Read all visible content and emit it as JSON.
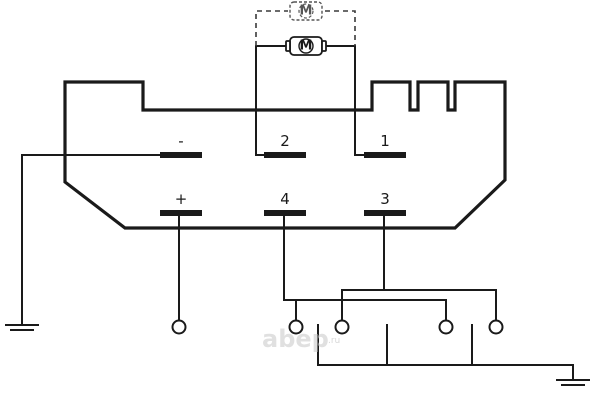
{
  "pins": {
    "minus": "-",
    "two": "2",
    "one": "1",
    "plus": "+",
    "four": "4",
    "three": "3"
  },
  "motor": {
    "symbol": "M",
    "alt_symbol": "M"
  },
  "watermark": {
    "brand": "abep",
    "domain": ".ru"
  },
  "icons": {
    "motor": "motor-icon",
    "ground": "ground-icon",
    "terminal": "terminal-ring-icon"
  },
  "colors": {
    "ink": "#1a1a1a",
    "watermark": "#c8c8c8"
  }
}
